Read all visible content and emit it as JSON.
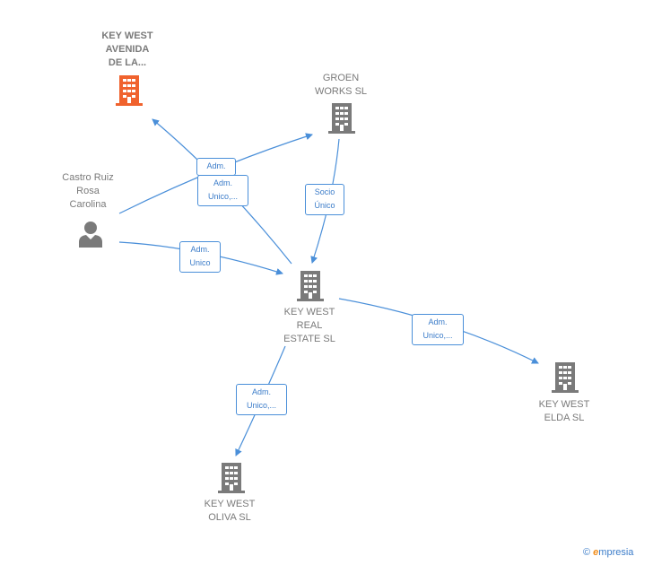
{
  "nodes": {
    "key_west_avenida": "KEY WEST\nAVENIDA\nDE LA...",
    "groen_works": "GROEN\nWORKS  SL",
    "castro_ruiz": "Castro Ruiz\nRosa\nCarolina",
    "key_west_real": "KEY WEST\nREAL\nESTATE  SL",
    "key_west_elda": "KEY WEST\nELDA  SL",
    "key_west_oliva": "KEY WEST\nOLIVA  SL"
  },
  "edges": {
    "adm_avenida": "Adm.",
    "adm_unico_groen": "Adm.\nUnico,...",
    "socio_unico": "Socio\nÚnico",
    "adm_unico_person": "Adm.\nUnico",
    "adm_unico_elda": "Adm.\nUnico,...",
    "adm_unico_oliva": "Adm.\nUnico,..."
  },
  "colors": {
    "edge": "#4a8fd9",
    "building": "#7a7a7a",
    "building_highlight": "#f0622d"
  },
  "footer": {
    "copyright": "©",
    "brand_e": "e",
    "brand_rest": "mpresia"
  }
}
